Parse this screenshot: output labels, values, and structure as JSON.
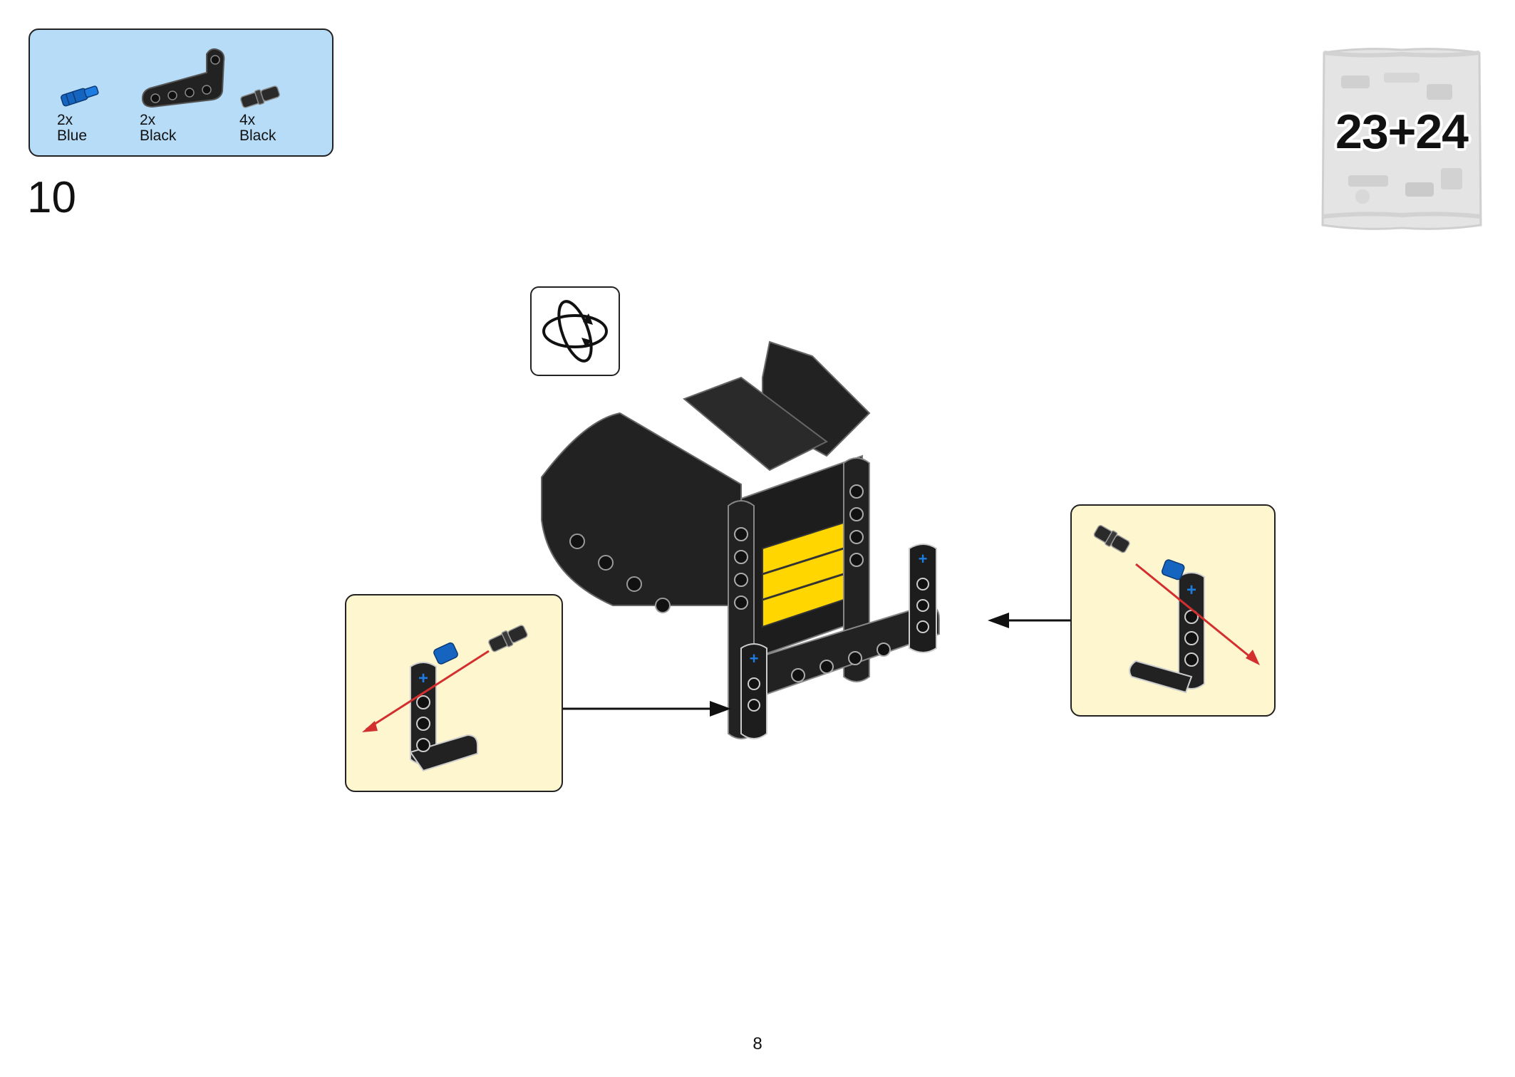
{
  "parts_list": [
    {
      "quantity": "2x",
      "color": "Blue",
      "part_icon": "blue-axle-pin-icon"
    },
    {
      "quantity": "2x",
      "color": "Black",
      "part_icon": "black-l-beam-icon"
    },
    {
      "quantity": "4x",
      "color": "Black",
      "part_icon": "black-friction-pin-icon"
    }
  ],
  "step": {
    "number": "10"
  },
  "bag": {
    "label": "23+24",
    "icon": "parts-bag-icon"
  },
  "rotate_indicator": {
    "icon": "rotate-model-icon"
  },
  "callouts": [
    {
      "side": "left",
      "icon": "l-beam-with-pins-assembly-icon"
    },
    {
      "side": "right",
      "icon": "l-beam-with-pins-assembly-icon"
    }
  ],
  "colors": {
    "parts_panel": "#b6dcf8",
    "callout_panel": "#fdf6cf",
    "model_body": "#222222",
    "model_accent": "#ffd600",
    "insert_arrow": "#d32f2f",
    "blue_pin": "#1565c0"
  },
  "page": {
    "number": "8"
  }
}
